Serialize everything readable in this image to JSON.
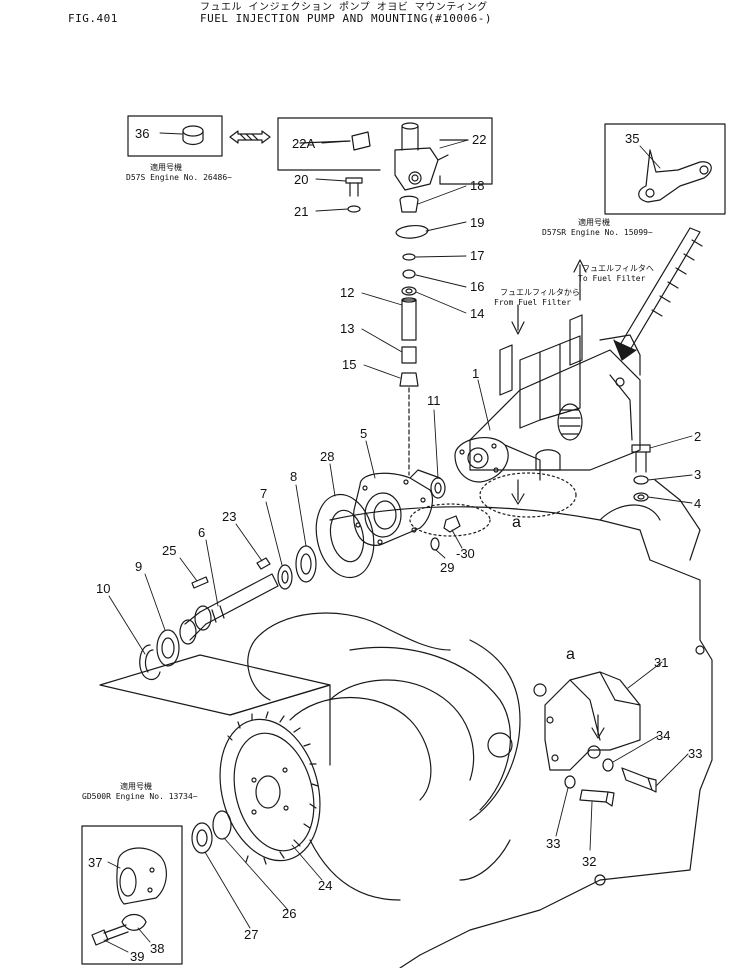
{
  "header": {
    "fig_no": "FIG.401",
    "title_ja": "フュエル インジェクション ポンプ オヨビ マウンティング",
    "title_en": "FUEL INJECTION PUMP AND MOUNTING(#10006-)"
  },
  "notes": {
    "n36_ja": "適用号機",
    "n36_en": "D57S  Engine  No. 26486~",
    "n35_ja": "適用号機",
    "n35_en": "D57SR  Engine  No. 15099~",
    "n37_ja": "適用号機",
    "n37_en": "GD500R  Engine  No. 13734~",
    "from_filter_ja": "フュエルフィルタから",
    "from_filter_en": "From Fuel Filter",
    "to_filter_ja": "フュエルフィルタへ",
    "to_filter_en": "To Fuel Filter"
  },
  "ref_marks": {
    "a1": "a",
    "a2": "a"
  },
  "callouts": [
    {
      "id": "c36",
      "label": "36"
    },
    {
      "id": "c22a",
      "label": "22A"
    },
    {
      "id": "c22",
      "label": "22"
    },
    {
      "id": "c20",
      "label": "20"
    },
    {
      "id": "c21",
      "label": "21"
    },
    {
      "id": "c18",
      "label": "18"
    },
    {
      "id": "c19",
      "label": "19"
    },
    {
      "id": "c17",
      "label": "17"
    },
    {
      "id": "c16",
      "label": "16"
    },
    {
      "id": "c14",
      "label": "14"
    },
    {
      "id": "c12",
      "label": "12"
    },
    {
      "id": "c13",
      "label": "13"
    },
    {
      "id": "c15",
      "label": "15"
    },
    {
      "id": "c35",
      "label": "35"
    },
    {
      "id": "c1",
      "label": "1"
    },
    {
      "id": "c11",
      "label": "11"
    },
    {
      "id": "c5",
      "label": "5"
    },
    {
      "id": "c28",
      "label": "28"
    },
    {
      "id": "c2",
      "label": "2"
    },
    {
      "id": "c3",
      "label": "3"
    },
    {
      "id": "c4",
      "label": "4"
    },
    {
      "id": "c7",
      "label": "7"
    },
    {
      "id": "c8",
      "label": "8"
    },
    {
      "id": "c23",
      "label": "23"
    },
    {
      "id": "c6",
      "label": "6"
    },
    {
      "id": "c25",
      "label": "25"
    },
    {
      "id": "c9",
      "label": "9"
    },
    {
      "id": "c10",
      "label": "10"
    },
    {
      "id": "c29",
      "label": "29"
    },
    {
      "id": "c30",
      "label": "-30"
    },
    {
      "id": "c31",
      "label": "31"
    },
    {
      "id": "c34",
      "label": "34"
    },
    {
      "id": "c33a",
      "label": "33"
    },
    {
      "id": "c33b",
      "label": "33"
    },
    {
      "id": "c32",
      "label": "32"
    },
    {
      "id": "c24",
      "label": "24"
    },
    {
      "id": "c26",
      "label": "26"
    },
    {
      "id": "c27",
      "label": "27"
    },
    {
      "id": "c37",
      "label": "37"
    },
    {
      "id": "c38",
      "label": "38"
    },
    {
      "id": "c39",
      "label": "39"
    }
  ]
}
